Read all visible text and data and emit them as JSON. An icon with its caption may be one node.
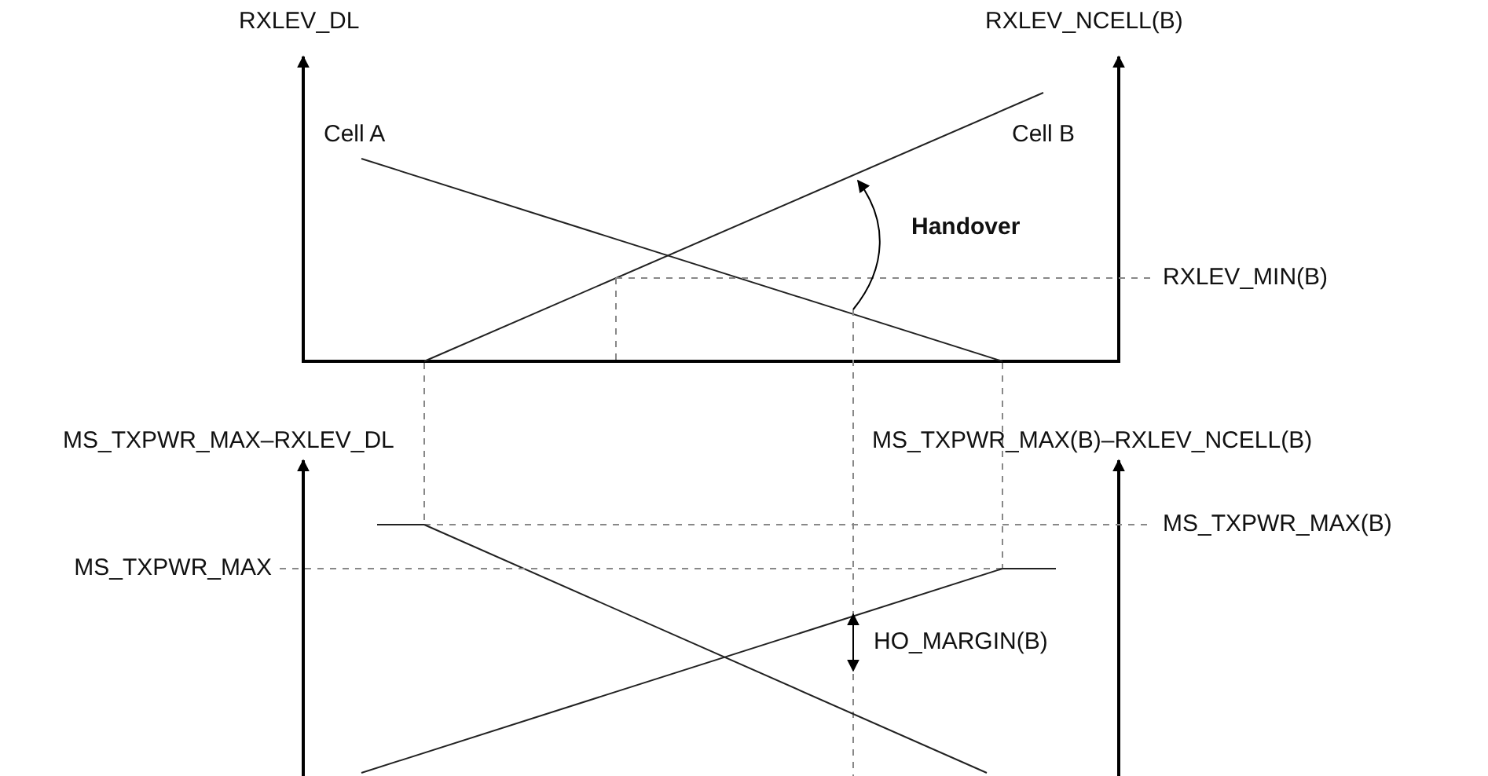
{
  "diagram": {
    "labels": [
      "RXLEV_DL",
      "RXLEV_NCELL(B)",
      "Cell A",
      "Cell B",
      "Handover",
      "RXLEV_MIN(B)",
      "MS_TXPWR_MAX–RXLEV_DL",
      "MS_TXPWR_MAX(B)–RXLEV_NCELL(B)",
      "MS_TXPWR_MAX(B)",
      "MS_TXPWR_MAX",
      "HO_MARGIN(B)"
    ]
  }
}
